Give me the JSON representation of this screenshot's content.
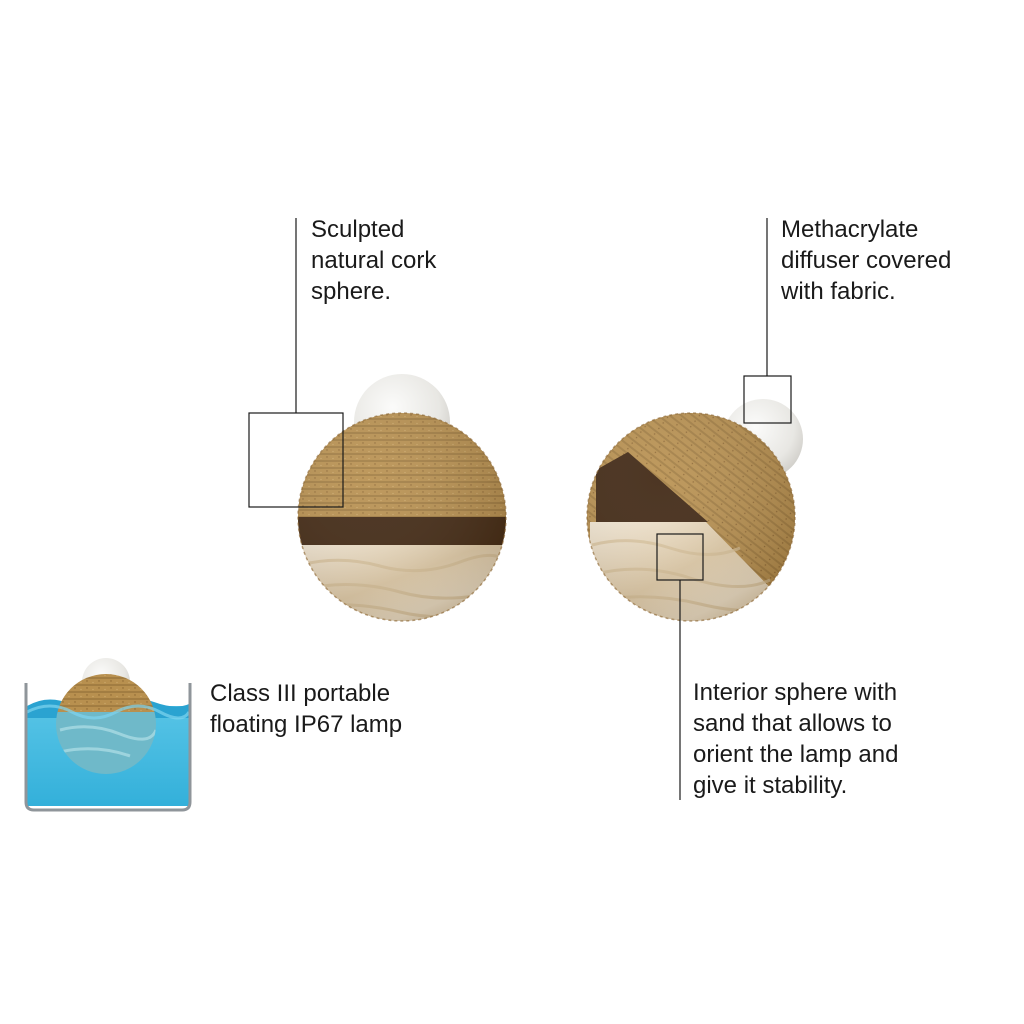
{
  "labels": {
    "cork": [
      "Sculpted",
      "natural cork",
      "sphere."
    ],
    "diffuser": [
      "Methacrylate",
      "diffuser covered",
      "with fabric."
    ],
    "float": [
      "Class III portable",
      "floating IP67 lamp"
    ],
    "sand": [
      "Interior sphere with",
      "sand that allows to",
      "orient the lamp and",
      "give it stability."
    ]
  },
  "colors": {
    "cork": "#b8904f",
    "cork_light": "#cfa96a",
    "cork_dark": "#8a6431",
    "inner_dark": "#3d2410",
    "sand": "#ead8b8",
    "sand_light": "#f6ecdb",
    "diffuser": "#ecebe8",
    "water": "#3fb6dc",
    "water_dark": "#1f8fbf",
    "container": "#8f959a",
    "callout_line": "#1a1a1a"
  }
}
